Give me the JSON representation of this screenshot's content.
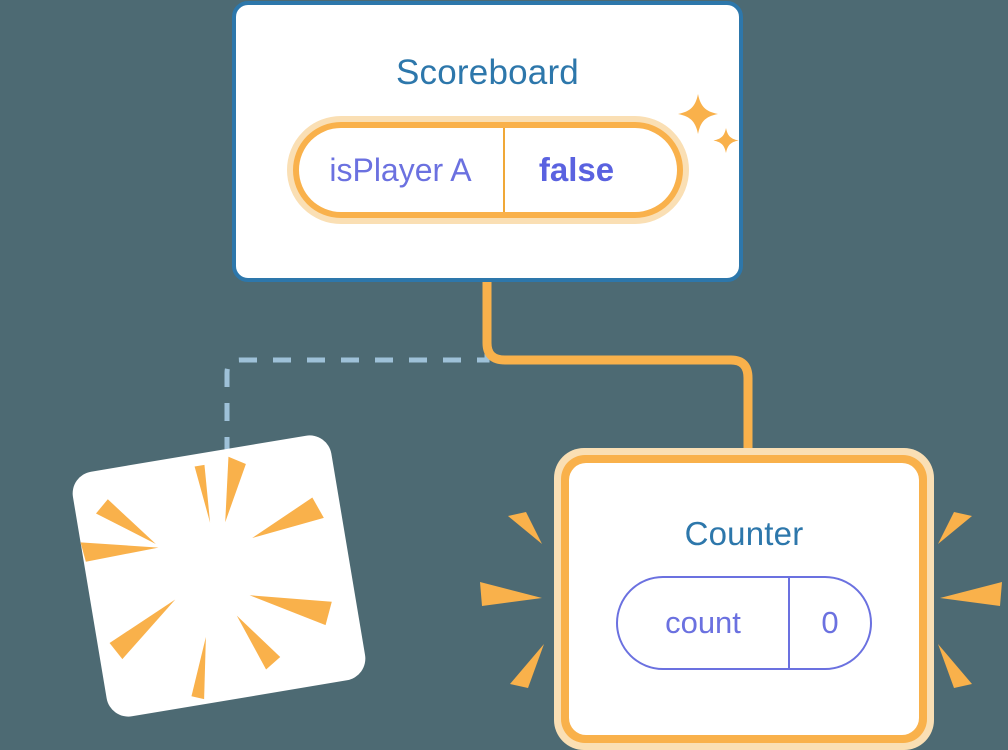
{
  "diagram": {
    "background_color": "#4d6a73",
    "accent_orange": "#f9b14b",
    "accent_orange_pale": "#fadfb4",
    "accent_blue": "#2d77ab",
    "accent_purple": "#6b71e0",
    "dashed_line_color": "#9ec1d8"
  },
  "scoreboard": {
    "title": "Scoreboard",
    "border_color": "#2d77ab",
    "state_row": {
      "key": "isPlayer A",
      "value": "false",
      "highlighted": true,
      "highlight_color": "#f9b14b"
    }
  },
  "counter": {
    "title": "Counter",
    "border_color": "#f9b14b",
    "highlighted": true,
    "state_row": {
      "key": "count",
      "value": "0",
      "highlighted": false,
      "border_color": "#6b71e0"
    }
  },
  "burst_card": {
    "label": "",
    "rotation_degrees": -9.5,
    "ray_color": "#f9b14b",
    "ray_count": 10
  },
  "connectors": [
    {
      "name": "scoreboard-to-counter",
      "style": "solid",
      "color": "#f9b14b",
      "from": "scoreboard",
      "to": "counter"
    },
    {
      "name": "scoreboard-to-burst-card",
      "style": "dashed",
      "color": "#9ec1d8",
      "from": "scoreboard",
      "to": "burst-card"
    }
  ],
  "sparkles": {
    "name": "sparkle-stars",
    "color": "#f9b14b",
    "count": 2
  },
  "counter_side_rays": {
    "color": "#f9b14b",
    "left_count": 3,
    "right_count": 3
  }
}
